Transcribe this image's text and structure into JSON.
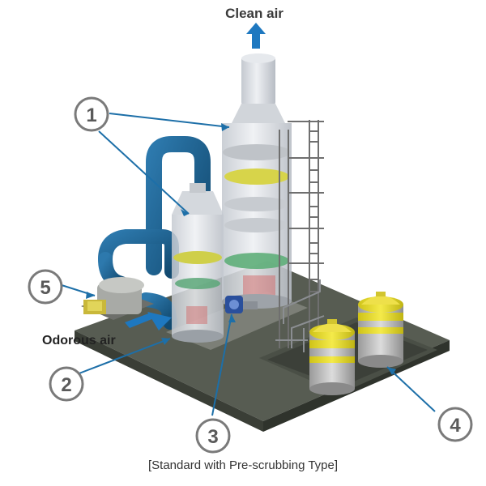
{
  "labels": {
    "top_outlet": "Clean air",
    "inlet": "Odorous air"
  },
  "callouts": [
    "1",
    "2",
    "3",
    "4",
    "5"
  ],
  "caption": "[Standard with Pre-scrubbing Type]",
  "colors": {
    "callout_stroke": "#7a7a7a",
    "callout_fill": "#ffffff",
    "callout_text": "#5a5a5a",
    "leader_line": "#1d6fa8",
    "duct_blue": "#1b5f8c",
    "arrow_blue": "#1e78c0",
    "tank_yellow": "#e8dc2a",
    "tank_gray": "#b8b8b8",
    "scrubber_glass": "#d9dde3",
    "packing_yellow": "#d6d24a",
    "packing_green": "#5fae7a",
    "base_dark": "#3e433c",
    "base_mid": "#6b6f66",
    "ladder_gray": "#777777"
  }
}
